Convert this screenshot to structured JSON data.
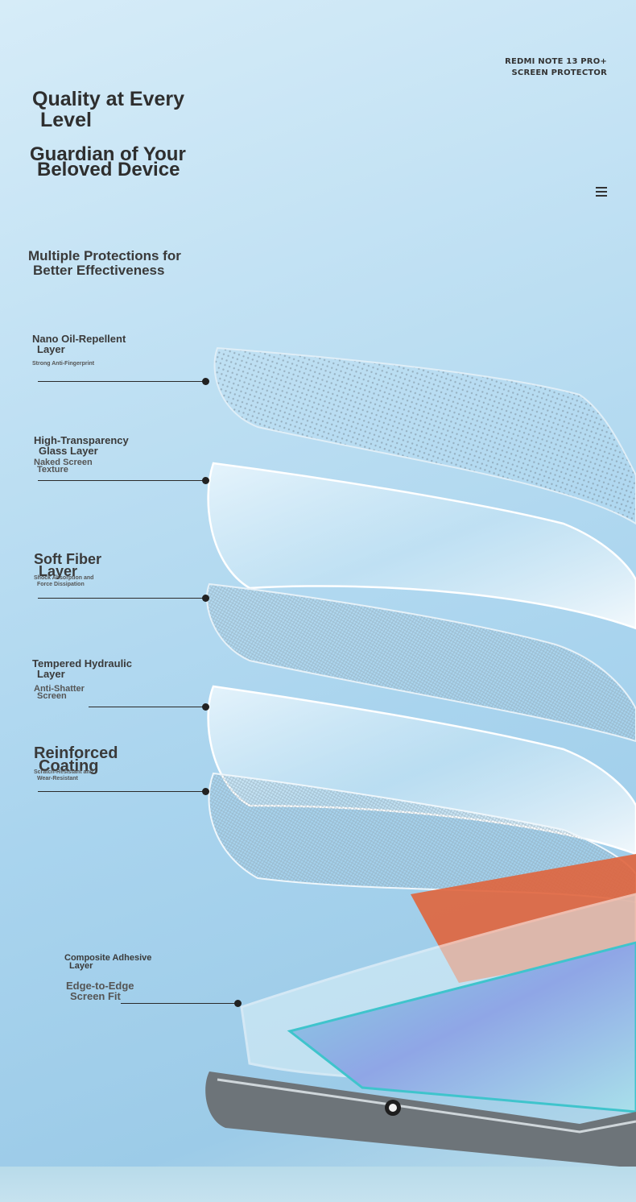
{
  "brand": {
    "line1": "REDMI NOTE 13 PRO+",
    "line2": "SCREEN PROTECTOR"
  },
  "headline": {
    "line1": "Quality at Every",
    "line2": "Level"
  },
  "subheadline": {
    "line1": "Guardian of Your",
    "line2": "Beloved Device"
  },
  "section": {
    "line1": "Multiple Protections for",
    "line2": "Better Effectiveness"
  },
  "layers": [
    {
      "title1": "Nano Oil-Repellent",
      "title2": "Layer",
      "sub1": "Strong Anti-Fingerprint",
      "sub2": ""
    },
    {
      "title1": "High-Transparency",
      "title2": "Glass Layer",
      "sub1": "Naked Screen",
      "sub2": "Texture"
    },
    {
      "title1": "Soft Fiber",
      "title2": "Layer",
      "sub1": "Shock Absorption and",
      "sub2": "Force Dissipation"
    },
    {
      "title1": "Tempered Hydraulic",
      "title2": "Layer",
      "sub1": "Anti-Shatter",
      "sub2": "Screen"
    },
    {
      "title1": "Reinforced",
      "title2": "Coating",
      "sub1": "Scratch-Resistant and",
      "sub2": "Wear-Resistant"
    },
    {
      "title1": "Composite Adhesive",
      "title2": "Layer",
      "sub1": "Edge-to-Edge",
      "sub2": "Screen Fit"
    }
  ],
  "icons": {
    "menu": "hamburger-menu-icon"
  },
  "colors": {
    "background": "#a9d4ee",
    "text": "#2e2e2e",
    "accent_orange": "#e0643c",
    "accent_teal": "#3fc4cc"
  }
}
